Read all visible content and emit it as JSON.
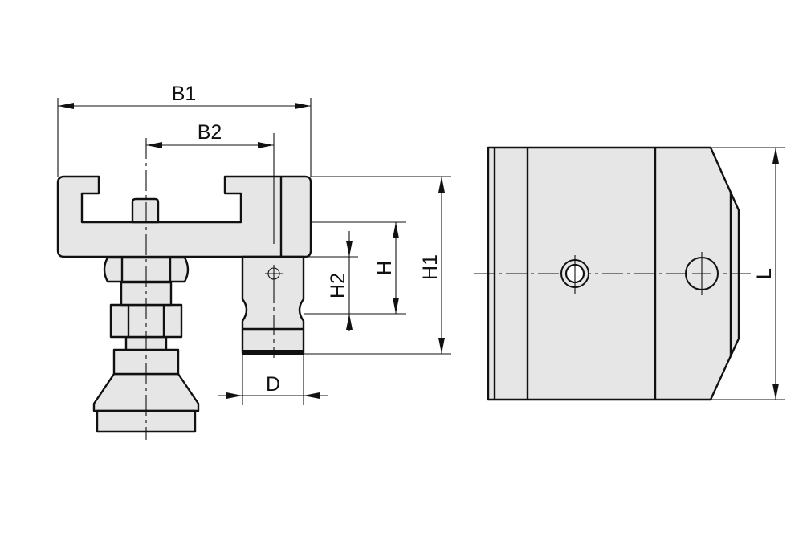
{
  "labels": {
    "b1": "B1",
    "b2": "B2",
    "h": "H",
    "h1": "H1",
    "h2": "H2",
    "d": "D",
    "l": "L"
  },
  "colors": {
    "part_fill": "#e6e6e6",
    "line": "#111111",
    "background": "#ffffff"
  }
}
